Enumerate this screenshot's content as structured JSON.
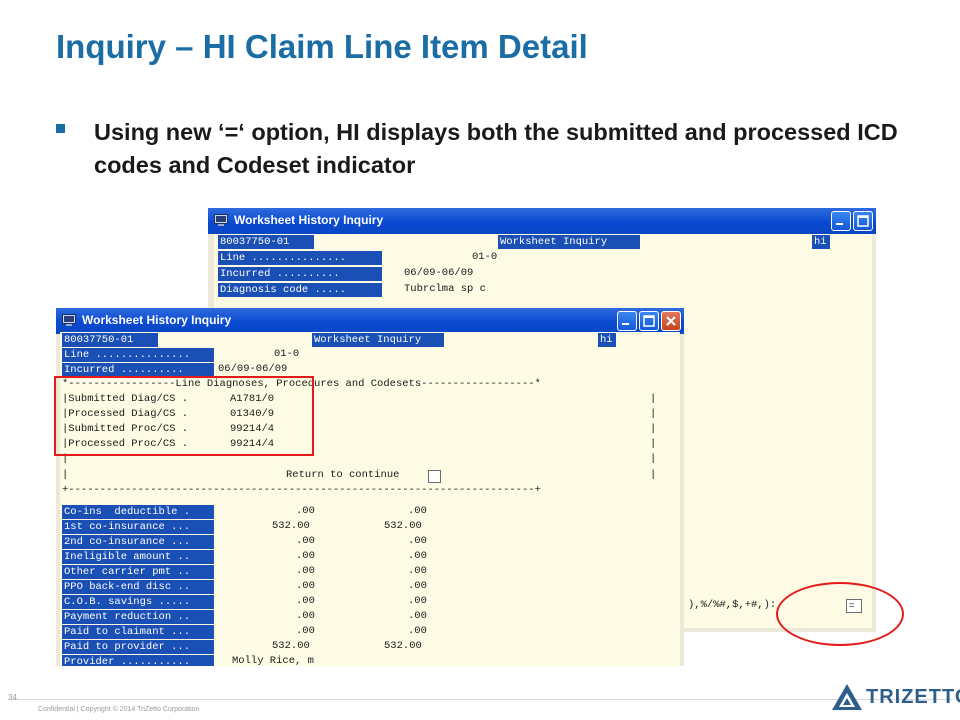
{
  "slide": {
    "title": "Inquiry – HI Claim Line Item Detail",
    "bullet": "Using new ‘=‘ option, HI displays both the submitted and processed ICD codes and Codeset indicator",
    "page_number": "34",
    "footer": "Confidential  |  Copyright  ©  2014 TriZetto Corporation",
    "logo": "TRIZETTO"
  },
  "colors": {
    "title_blue": "#1a6ea5",
    "field_blue": "#1a4fb5",
    "screen_bg": "#fdfbe4",
    "highlight_red": "#e41b1b"
  },
  "back_window": {
    "title": "Worksheet History Inquiry",
    "claim_id": "80037750-01",
    "screen_title": "Worksheet Inquiry",
    "code": "hi",
    "line_label": "Line ...............",
    "line_value": "01-0",
    "incurred_label": "Incurred ..........",
    "incurred_value": "06/09-06/09",
    "diagnosis_label": "Diagnosis code .....",
    "diagnosis_value": "Tubrclma sp c",
    "option_prompt": "),%/%#,$,+#,):",
    "option_value": "="
  },
  "front_window": {
    "title": "Worksheet History Inquiry",
    "claim_id": "80037750-01",
    "screen_title": "Worksheet Inquiry",
    "code": "hi",
    "line_label": "Line ...............",
    "line_value": "01-0",
    "incurred_label": "Incurred ..........",
    "incurred_value": "06/09-06/09",
    "box_top": "*-----------------Line Diagnoses, Procedures and Codesets------------------*",
    "box_rows": [
      {
        "label": "|Submitted Diag/CS .",
        "value": "A1781/0",
        "end": "|"
      },
      {
        "label": "|Processed Diag/CS .",
        "value": "01340/9",
        "end": "|"
      },
      {
        "label": "|Submitted Proc/CS .",
        "value": "99214/4",
        "end": "|"
      },
      {
        "label": "|Processed Proc/CS .",
        "value": "99214/4",
        "end": "|"
      },
      {
        "label": "|",
        "value": "",
        "end": "|"
      }
    ],
    "box_empty_start": "|",
    "return_text": "Return to continue",
    "box_empty_end": "|",
    "box_bottom": "+--------------------------------------------------------------------------+",
    "amounts": [
      {
        "label": "Co-ins  deductible .",
        "v1": ".00",
        "v2": ".00"
      },
      {
        "label": "1st co-insurance ...",
        "v1": "532.00",
        "v2": "532.00"
      },
      {
        "label": "2nd co-insurance ...",
        "v1": ".00",
        "v2": ".00"
      },
      {
        "label": "Ineligible amount ..",
        "v1": ".00",
        "v2": ".00"
      },
      {
        "label": "Other carrier pmt ..",
        "v1": ".00",
        "v2": ".00"
      },
      {
        "label": "PPO back-end disc ..",
        "v1": ".00",
        "v2": ".00"
      },
      {
        "label": "C.O.B. savings .....",
        "v1": ".00",
        "v2": ".00"
      },
      {
        "label": "Payment reduction ..",
        "v1": ".00",
        "v2": ".00"
      },
      {
        "label": "Paid to claimant ...",
        "v1": ".00",
        "v2": ".00"
      },
      {
        "label": "Paid to provider ...",
        "v1": "532.00",
        "v2": "532.00"
      }
    ],
    "provider_label": "Provider ...........",
    "provider_value": "Molly Rice, m"
  }
}
